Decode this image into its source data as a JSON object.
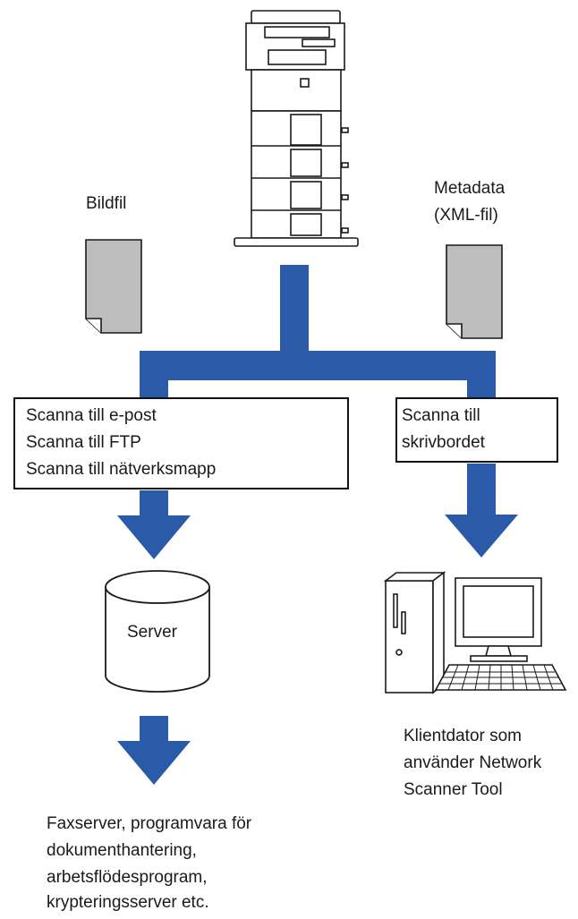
{
  "labels": {
    "image_file": "Bildfil",
    "metadata_line1": "Metadata",
    "metadata_line2": "(XML-fil)",
    "server": "Server",
    "client_line1": "Klientdator som",
    "client_line2": "använder Network",
    "client_line3": "Scanner Tool",
    "dest_line1": "Faxserver, programvara för",
    "dest_line2": "dokumenthantering,",
    "dest_line3": "arbetsflödesprogram,",
    "dest_line4": "krypteringsserver etc."
  },
  "scan_methods_box": {
    "items": [
      "Scanna till e-post",
      "Scanna till FTP",
      "Scanna till nätverksmapp"
    ]
  },
  "scan_desktop_box": {
    "line1": "Scanna till",
    "line2": "skrivbordet"
  },
  "colors": {
    "arrow": "#2a5aa8",
    "document": "#bdbdbd",
    "outline": "#1a1a1a"
  },
  "icons": [
    "printer-icon",
    "document-icon",
    "database-icon",
    "computer-icon",
    "arrow-down-icon"
  ]
}
